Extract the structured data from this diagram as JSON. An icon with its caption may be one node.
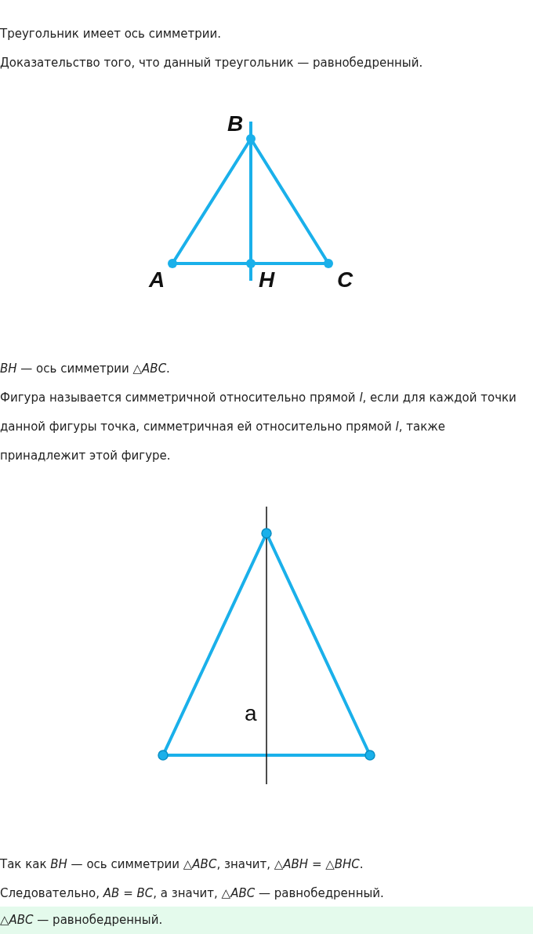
{
  "diagram": {
    "labels": [
      "Треугольник имеет ось симметрии.",
      "Доказательство того, что данный треугольник — равнобедренный.",
      "B",
      "A",
      "H",
      "C",
      "*BH* — ось симметрии △*ABC*.",
      "Фигура называется симметричной относительно прямой *l*, если для каждой точки данной фигуры точка, симметричная ей относительно прямой *l*, также принадлежит этой фигуре.",
      "a",
      "Так как *BH* — ось симметрии △*ABC*, значит, △*ABH* = △*BHC*.",
      "Следовательно, *AB* = *BC*, а значит, △*ABC* — равнобедренный.",
      "△*ABC* — равнобедренный."
    ]
  }
}
